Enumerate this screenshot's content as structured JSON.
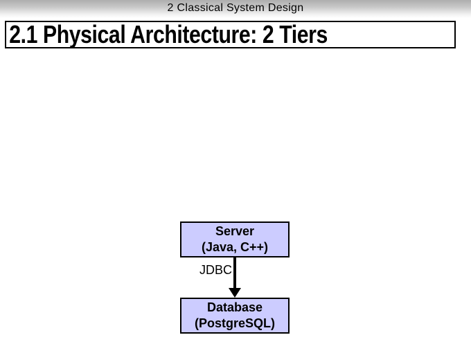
{
  "slide": {
    "header": {
      "text": "2 Classical System Design"
    },
    "title": {
      "text": "2.1 Physical Architecture: 2 Tiers"
    },
    "diagram": {
      "nodes": [
        {
          "id": "server",
          "line1": "Server",
          "line2": "(Java, C++)",
          "fill": "#ccccff",
          "border": "#000000"
        },
        {
          "id": "database",
          "line1": "Database",
          "line2": "(PostgreSQL)",
          "fill": "#ccccff",
          "border": "#000000"
        }
      ],
      "edge": {
        "label": "JDBC",
        "from": "server",
        "to": "database",
        "direction": "down",
        "color": "#000000"
      }
    },
    "colors": {
      "background": "#ffffff",
      "header_gradient_top": "#aeaeae",
      "header_gradient_bottom": "#ffffff",
      "node_fill": "#ccccff",
      "node_border": "#000000",
      "text": "#000000"
    }
  }
}
